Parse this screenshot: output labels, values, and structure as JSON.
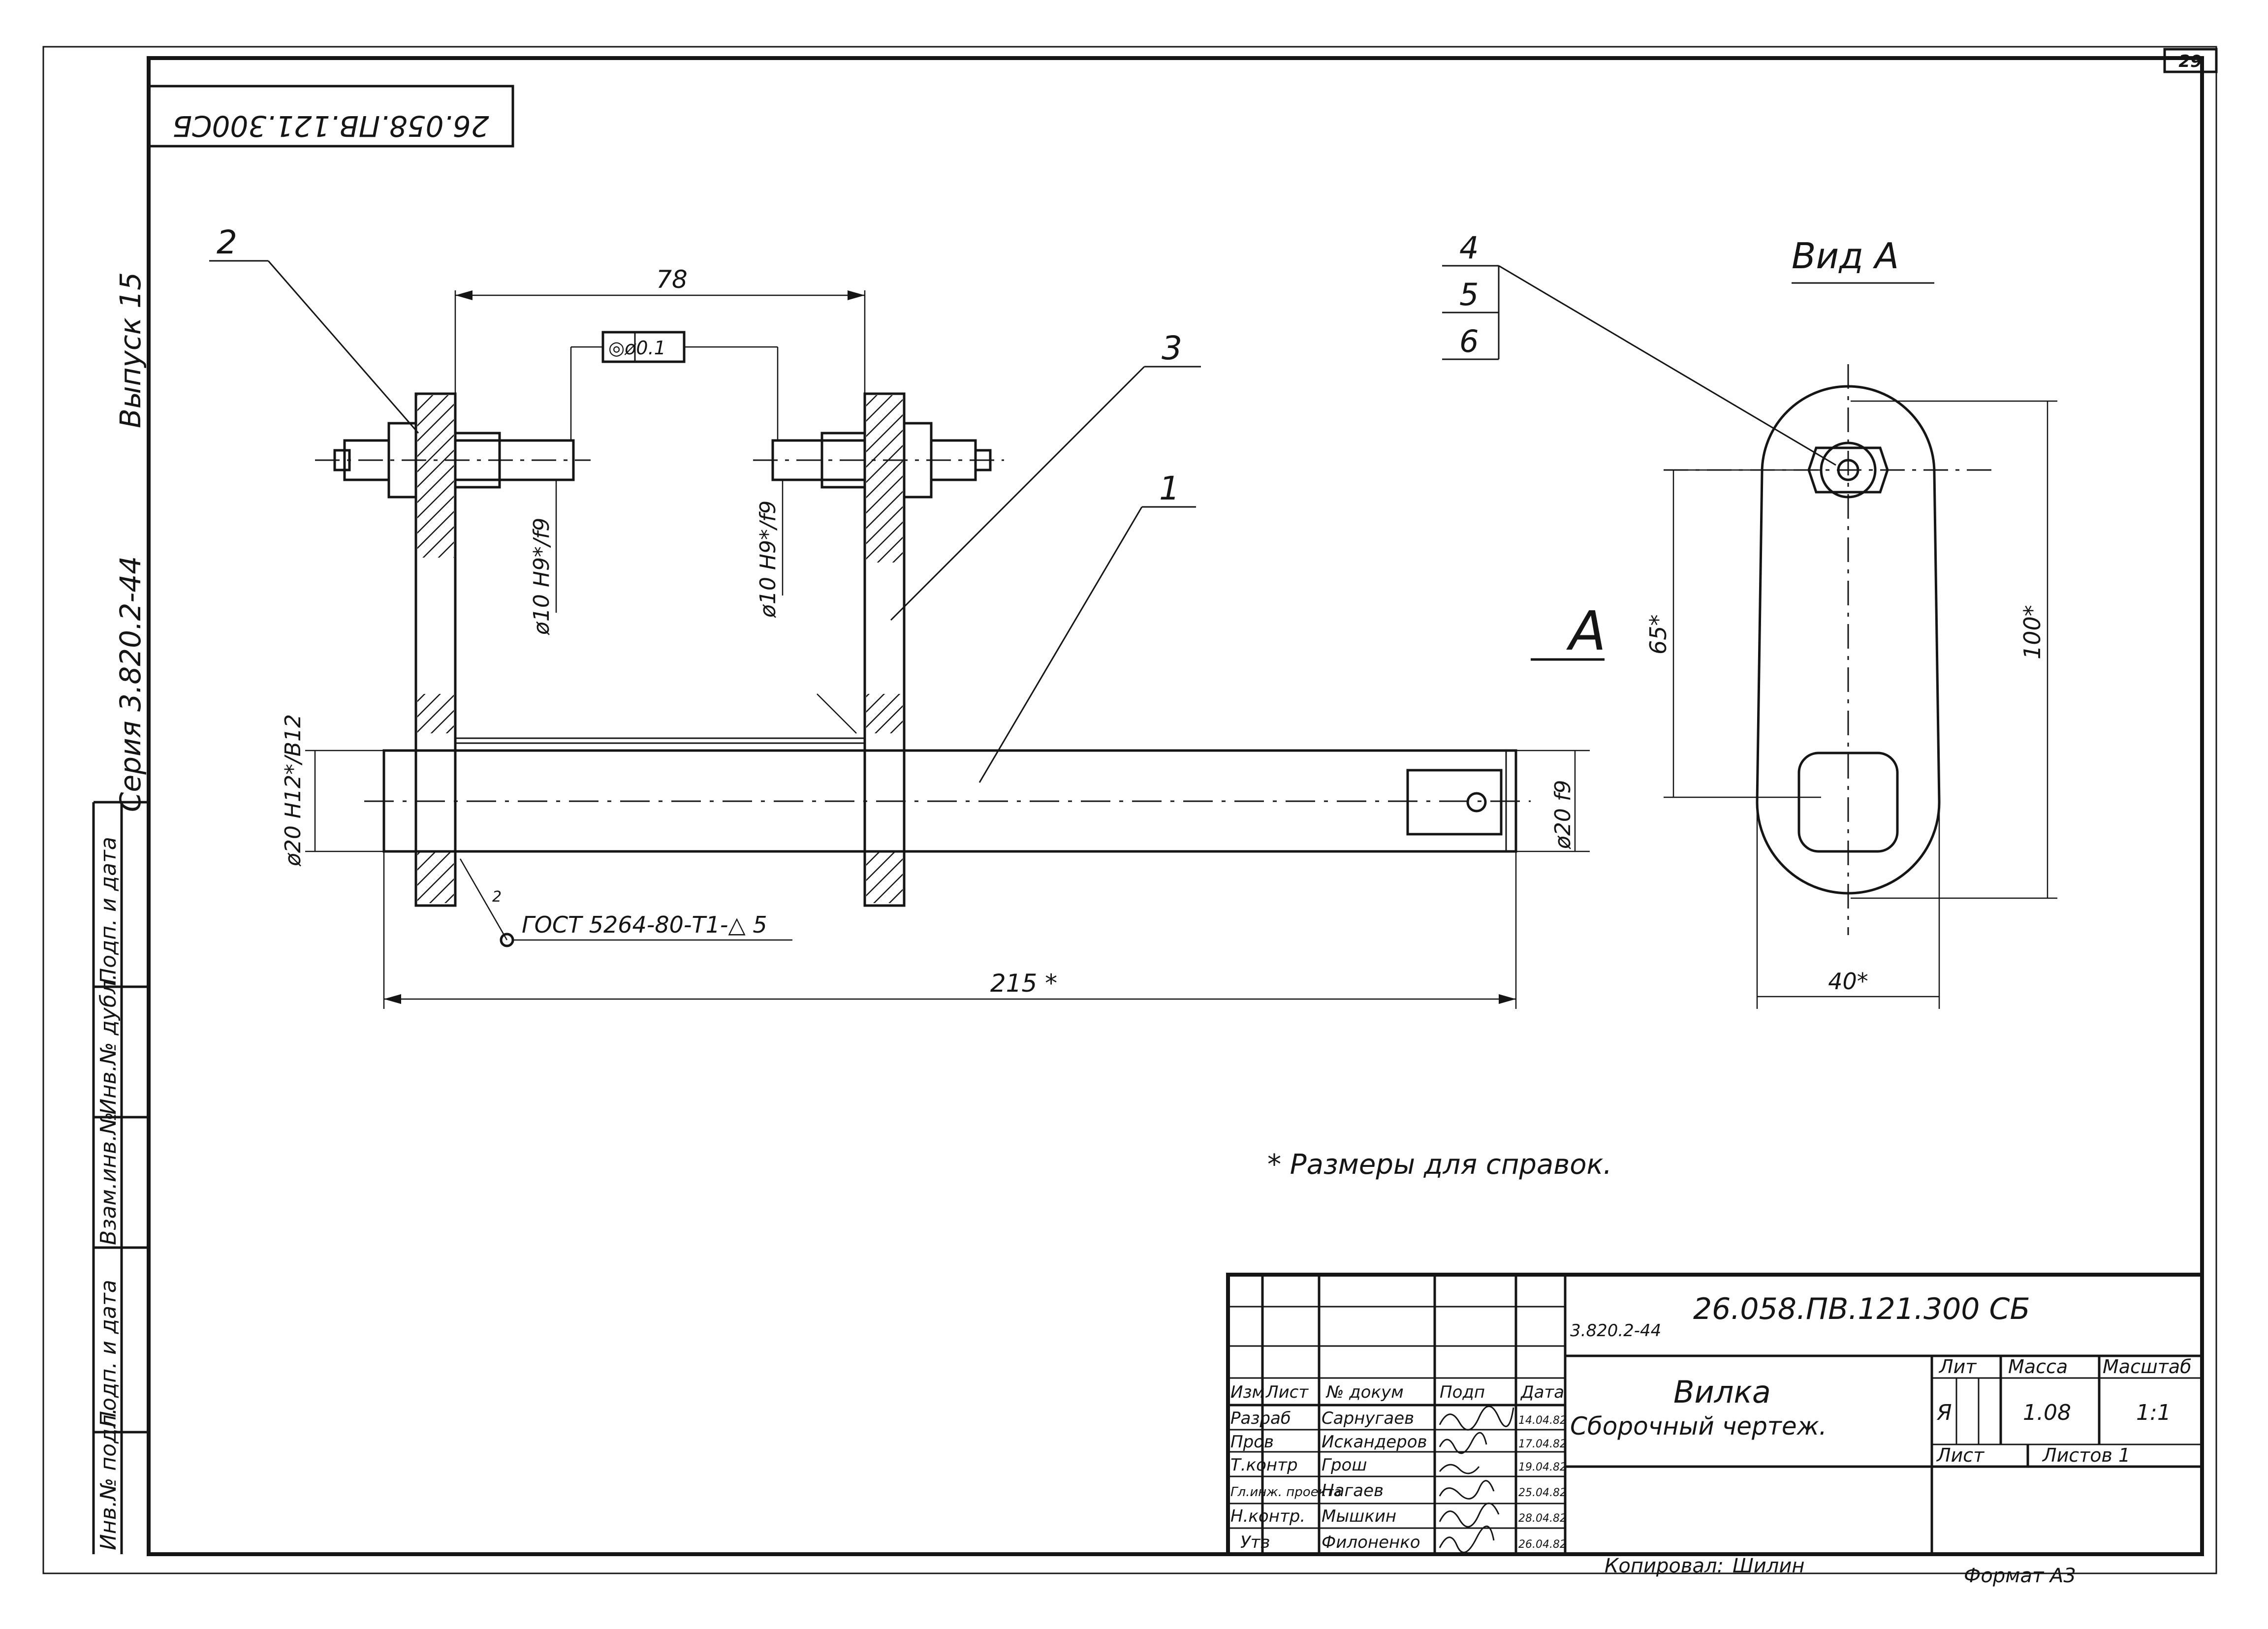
{
  "sheet": {
    "page_number": "29",
    "rotated_code": "26.058.ПВ.121.300СБ",
    "series": "Серия  3.820.2-44",
    "issue": "Выпуск 15",
    "note": "* Размеры для справок.",
    "format": "Формат А3",
    "copied_by": "Копировал: ",
    "copied_by_signature": "Шилин"
  },
  "left_strip": [
    "Подп. и дата",
    "Инв.№ дубл.",
    "Взам.инв.№",
    "Подп. и дата",
    "Инв.№ подл."
  ],
  "drawing": {
    "front_view": {
      "callouts": [
        "2",
        "3",
        "1"
      ],
      "dims": {
        "overall_width": "78",
        "tolerance_frame": "◎ø0.1",
        "bore_fit_left": "ø10 H9*/f9",
        "bore_fit_right": "ø10 H9*/f9",
        "shaft_fit_left": "ø20 H12*/B12",
        "shaft_fit_right": "ø20 f9",
        "overall_length": "215 *",
        "weld_note": "ГОСТ 5264-80-Т1-△ 5",
        "weld_leg": "2",
        "section_letter": "A"
      }
    },
    "view_a": {
      "title": "Вид А",
      "callouts": [
        "4",
        "5",
        "6"
      ],
      "dims": {
        "center_distance": "65*",
        "height": "100*",
        "width": "40*"
      }
    }
  },
  "title_block": {
    "document_code": "26.058.ПВ.121.300 СБ",
    "series_code": "3.820.2-44",
    "name": "Вилка",
    "doc_type": "Сборочный чертеж.",
    "headers": {
      "change": "Изм",
      "sheet": "Лист",
      "doc_no": "№ докум",
      "sign": "Подп",
      "date": "Дата",
      "letter": "Лит",
      "mass": "Масса",
      "scale": "Масштаб",
      "sheet_label": "Лист",
      "sheets_label": "Листов 1"
    },
    "values": {
      "letter": "Я",
      "mass": "1.08",
      "scale": "1:1"
    },
    "signatures": [
      {
        "role": "Разраб",
        "name": "Сарнугаев",
        "date": "14.04.82"
      },
      {
        "role": "Пров",
        "name": "Искандеров",
        "date": "17.04.82"
      },
      {
        "role": "Т.контр",
        "name": "Грош",
        "date": "19.04.82"
      },
      {
        "role": "Гл.инж. проекта",
        "name": "Нагаев",
        "date": "25.04.82"
      },
      {
        "role": "Н.контр.",
        "name": "Мышкин",
        "date": "28.04.82"
      },
      {
        "role": "Утв",
        "name": "Филоненко",
        "date": "26.04.82"
      }
    ]
  }
}
